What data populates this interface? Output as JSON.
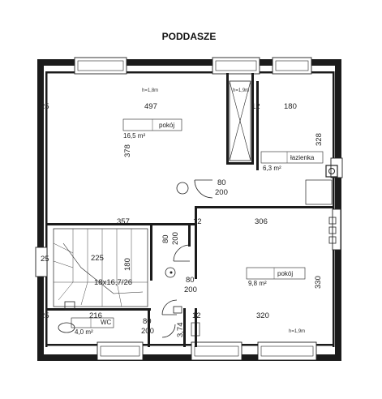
{
  "title": "PODDASZE",
  "rooms": {
    "pokoj_top": {
      "name": "pokój",
      "area": "16,5 m²"
    },
    "lazienka": {
      "name": "łazienka",
      "area": "6,3 m²"
    },
    "pokoj_bottom": {
      "name": "pokój",
      "area": "9,8 m²"
    },
    "wc": {
      "name": "WC",
      "area": "4,0 m²"
    }
  },
  "dimensions": {
    "left_top": "25",
    "top_room_width": "497",
    "bath_width": "180",
    "right_side": "328",
    "top_room_height": "378",
    "door_top_w": "80",
    "door_top_h": "200",
    "mid_left_width": "357",
    "mid_right_width": "306",
    "mid_small": "12",
    "top_small": "12",
    "door_mid_w": "80",
    "door_mid_h": "200",
    "left_mid": "25",
    "stair_width": "225",
    "stair_spec": "18x16,7/26",
    "hall_height": "180",
    "door_hall_w": "80",
    "door_hall_h": "200",
    "bottom_room_height": "330",
    "left_bottom": "25",
    "wc_width": "216",
    "door_wc_w": "80",
    "door_wc_h": "200",
    "wc_height": "3,74",
    "bottom_small": "12",
    "bottom_room_width": "320"
  },
  "heights": {
    "h1": "h=1,8m",
    "h2": "h=1,9m",
    "h3": "h=1,9m"
  }
}
